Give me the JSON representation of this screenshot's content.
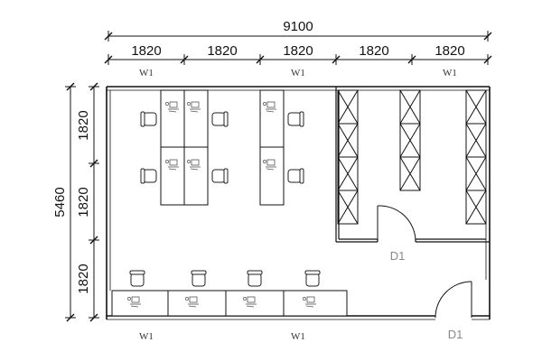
{
  "dimensions": {
    "overall_width": "9100",
    "bay_1": "1820",
    "bay_2": "1820",
    "bay_3": "1820",
    "bay_4": "1820",
    "bay_5": "1820",
    "overall_depth": "5460",
    "row_1": "1820",
    "row_2": "1820",
    "row_3": "1820"
  },
  "windows": {
    "top_1": "W1",
    "top_2": "W1",
    "top_3": "W1",
    "bottom_1": "W1",
    "bottom_2": "W1"
  },
  "doors": {
    "storage_door": "D1",
    "entry_door": "D1"
  },
  "colors": {
    "line": "#111111",
    "door": "#999999",
    "furniture": "#222222"
  }
}
